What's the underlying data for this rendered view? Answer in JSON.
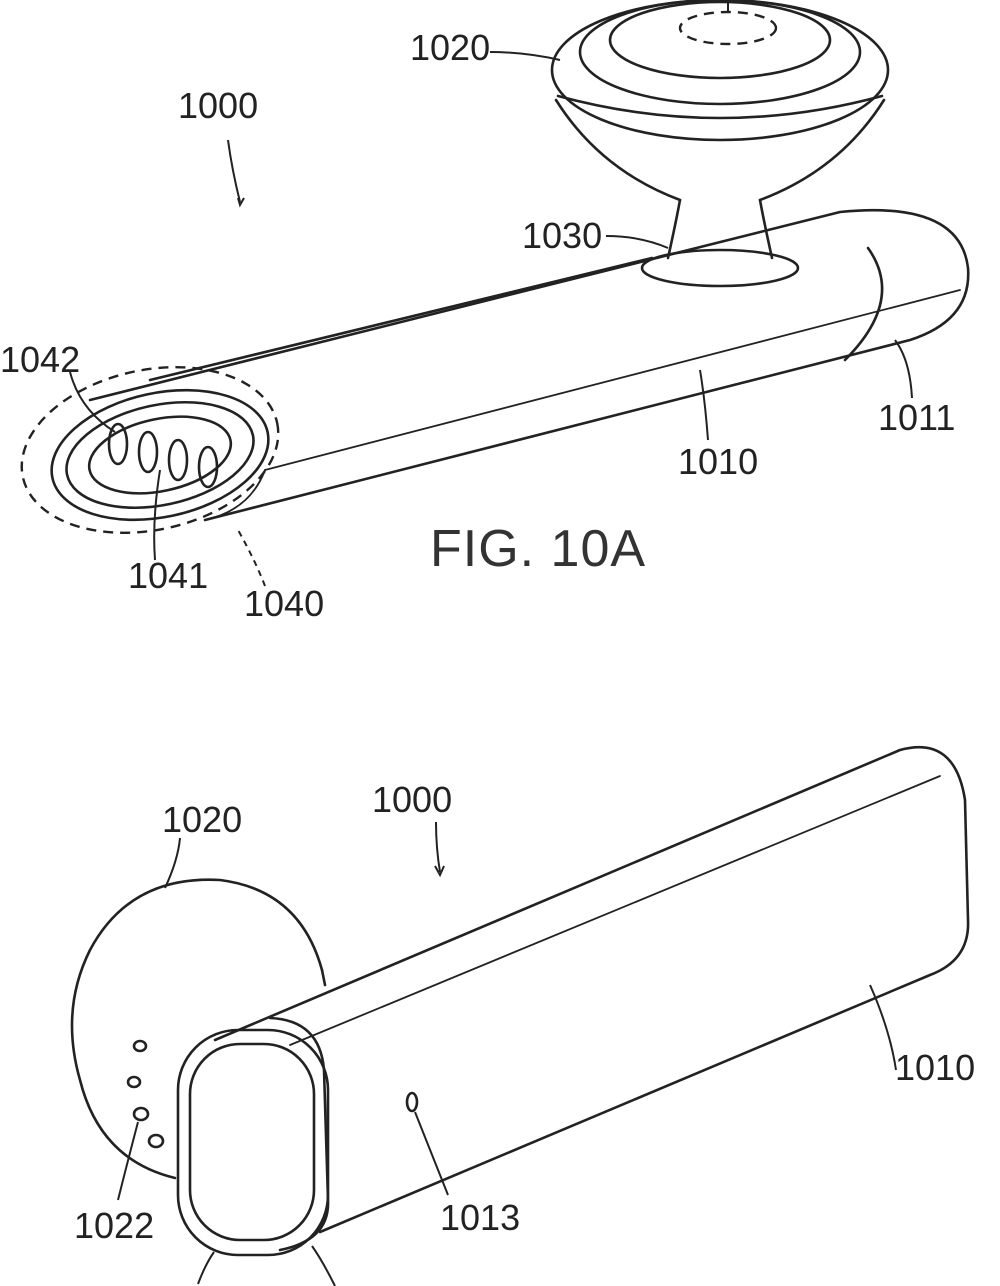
{
  "figure_a": {
    "caption": "FIG. 10A",
    "labels": {
      "device": "1000",
      "ear_piece": "1020",
      "neck": "1030",
      "connector": "1040",
      "connector_face": "1041",
      "contacts": "1042",
      "body": "1010",
      "body_seam": "1011"
    }
  },
  "figure_b": {
    "labels": {
      "device": "1000",
      "ear_piece": "1020",
      "holes": "1022",
      "mic_port": "1013",
      "body": "1010"
    }
  }
}
